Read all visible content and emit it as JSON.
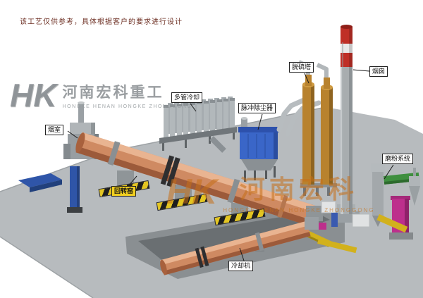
{
  "disclaimer": "该工艺仅供参考，具体根据客户的要求进行设计",
  "watermark_left": {
    "logo": "HK",
    "name_cn": "河南宏科重工",
    "name_en": "HONGKE HENAN HONGKE ZHONGGONG"
  },
  "watermark_center": {
    "logo": "HK",
    "name_cn": "河南宏科",
    "name_en": "HONGKE HENAN HONGKE ZHONGGONG"
  },
  "labels": {
    "smoke_chamber": "烟室",
    "rotary_kiln": "回转窑",
    "multi_tube_cooler": "多管冷却",
    "pulse_dust_collector": "脉冲除尘器",
    "desulfurization_tower": "脱硫塔",
    "chimney": "烟囱",
    "grinding_system": "磨粉系统",
    "cooling_machine": "冷却机"
  },
  "colors": {
    "kiln_body": "#cf8a62",
    "label_highlight": "#f2cf1f",
    "dust_collector_blue": "#3a66c8",
    "desulfurization_tower_tan": "#b8822e",
    "chimney_band_red": "#bf2f27",
    "platform_gray": "#b7bbbe",
    "magenta_equipment": "#bd2f8c",
    "green_duct": "#3f8f3f",
    "support_blue": "#2f55a8"
  }
}
